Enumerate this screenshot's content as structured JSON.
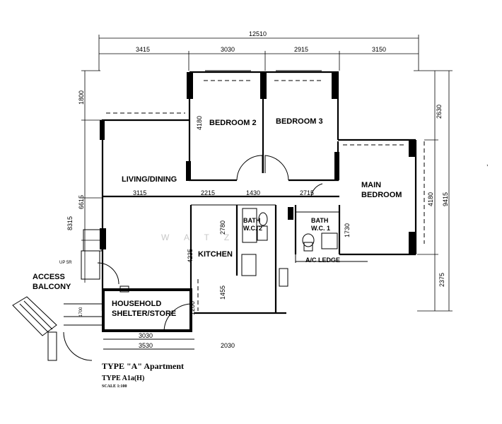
{
  "rooms": {
    "bedroom2": "BEDROOM 2",
    "bedroom3": "BEDROOM 3",
    "living_dining": "LIVING/DINING",
    "main_bedroom_line1": "MAIN",
    "main_bedroom_line2": "BEDROOM",
    "kitchen": "KITCHEN",
    "bath_wc2_line1": "BATH",
    "bath_wc2_line2": "W.C. 2",
    "bath_wc1_line1": "BATH",
    "bath_wc1_line2": "W.C. 1",
    "access_balcony_line1": "ACCESS",
    "access_balcony_line2": "BALCONY",
    "shelter_line1": "HOUSEHOLD",
    "shelter_line2": "SHELTER/STORE",
    "ac_ledge": "A/C LEDGE"
  },
  "dimensions": {
    "overall_width": "12510",
    "top_1": "3415",
    "top_2": "3030",
    "top_3": "2915",
    "top_4": "3150",
    "left_1": "1800",
    "left_2": "6615",
    "left_3": "8315",
    "left_4": "UP 5R",
    "right_1": "2630",
    "right_2": "4180",
    "right_3": "9415",
    "right_4": "2375",
    "bed2_height": "4180",
    "mid_1": "3115",
    "mid_2": "2215",
    "mid_3": "1430",
    "mid_4": "2715",
    "wc2_height": "2780",
    "wc1_height": "1730",
    "kitchen_height": "4235",
    "kitchen_lower": "1455",
    "shelter_height": "1200",
    "shelter_small": "1700",
    "bottom_1": "3030",
    "bottom_2": "3530",
    "bottom_3": "2030"
  },
  "title": {
    "line1": "TYPE \"A\" Apartment",
    "line2": "TYPE A1a(H)",
    "scale": "SCALE 1:100"
  },
  "watermark": "W A T Z"
}
